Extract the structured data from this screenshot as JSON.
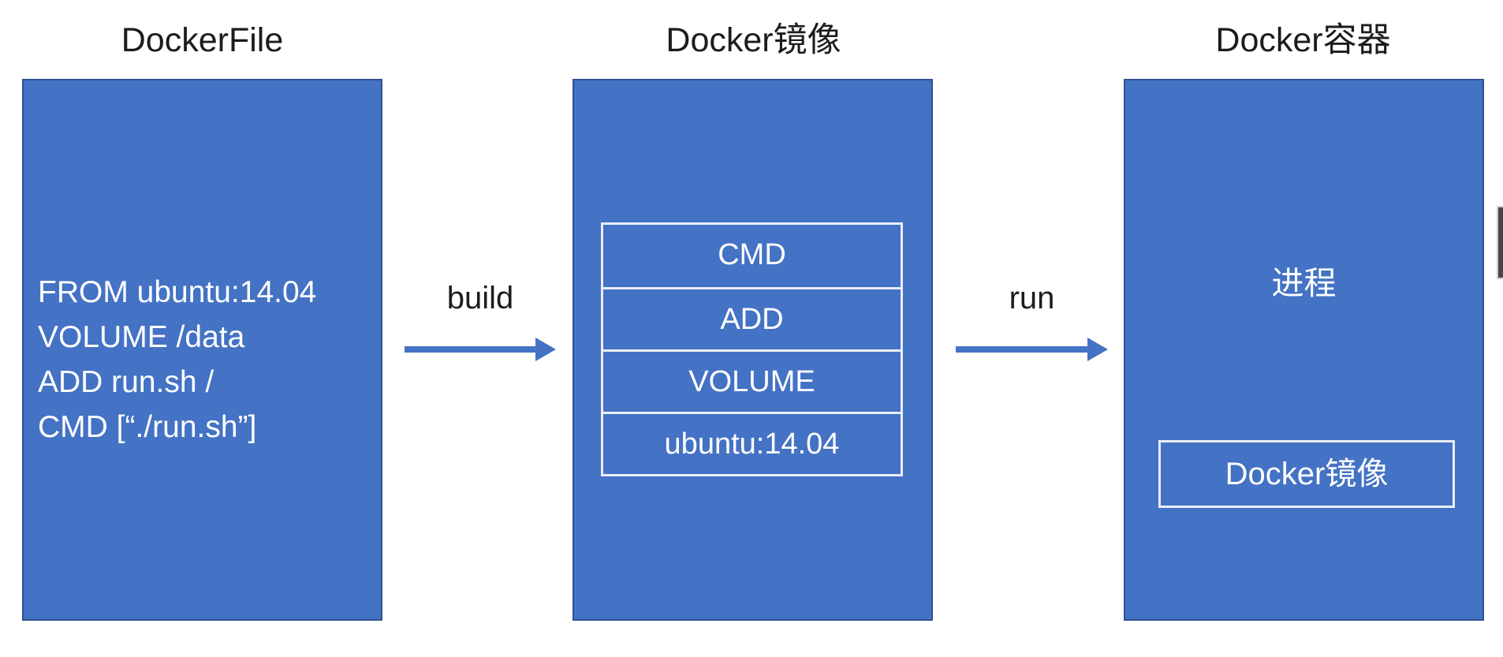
{
  "colors": {
    "box_fill": "#4472c4",
    "box_border": "#2f528f",
    "inner_border": "#e9eef8",
    "arrow": "#4472c4",
    "title_text": "#1c1c1c",
    "box_text": "#ffffff",
    "background": "#ffffff"
  },
  "dockerfile": {
    "title": "DockerFile",
    "lines": [
      "FROM ubuntu:14.04",
      "VOLUME /data",
      "ADD run.sh /",
      "CMD [“./run.sh”]"
    ]
  },
  "image": {
    "title": "Docker镜像",
    "layers": [
      "CMD",
      "ADD",
      "VOLUME",
      "ubuntu:14.04"
    ]
  },
  "container": {
    "title": "Docker容器",
    "process_label": "进程",
    "inner_image_label": "Docker镜像"
  },
  "arrows": {
    "build_label": "build",
    "run_label": "run"
  }
}
